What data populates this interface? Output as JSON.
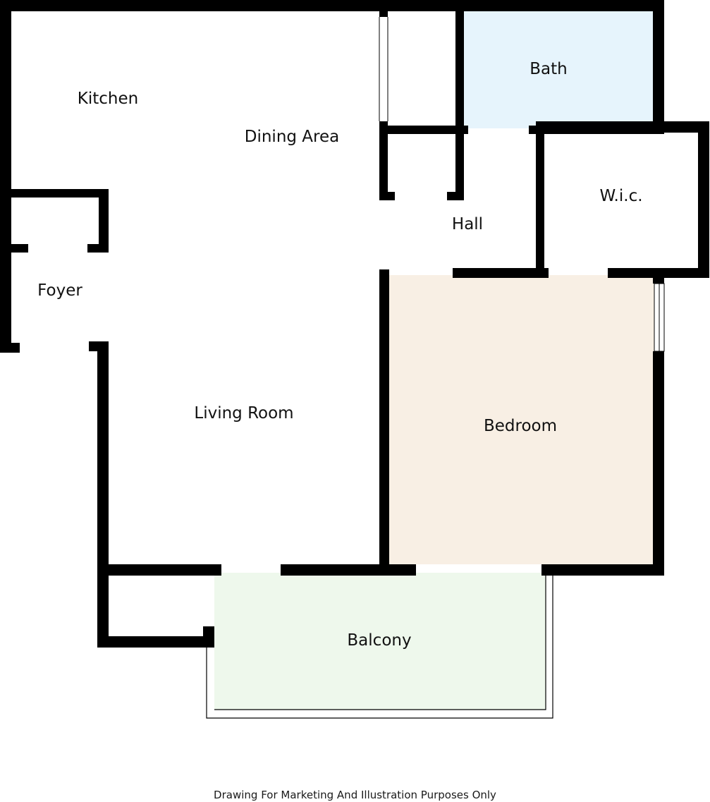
{
  "floorplan": {
    "rooms": {
      "kitchen": "Kitchen",
      "dining_area": "Dining Area",
      "bath": "Bath",
      "hall": "Hall",
      "wic": "W.i.c.",
      "foyer": "Foyer",
      "living_room": "Living Room",
      "bedroom": "Bedroom",
      "balcony": "Balcony"
    },
    "disclaimer": "Drawing For Marketing And Illustration Purposes Only"
  },
  "colors": {
    "wall": "#000000",
    "bath_fill": "#e6f4fc",
    "bedroom_fill": "#f8efe4",
    "balcony_fill": "#eef8ec",
    "background": "#ffffff"
  }
}
